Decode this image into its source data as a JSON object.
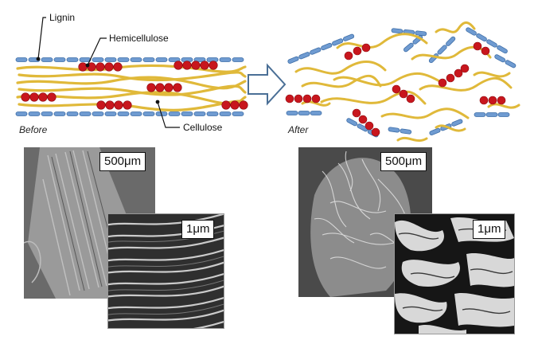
{
  "diagram": {
    "labels": {
      "lignin": "Lignin",
      "hemicellulose": "Hemicellulose",
      "cellulose": "Cellulose",
      "before": "Before",
      "after": "After"
    },
    "colors": {
      "lignin_fill": "#6f9bd1",
      "lignin_stroke": "#3f6fa8",
      "cellulose": "#e0b93a",
      "hemicellulose": "#c8161d",
      "arrow_stroke": "#4a6f96"
    }
  },
  "micrographs": {
    "before_low_mag_scale": "500μm",
    "before_high_mag_scale": "1μm",
    "after_low_mag_scale": "500μm",
    "after_high_mag_scale": "1μm"
  }
}
